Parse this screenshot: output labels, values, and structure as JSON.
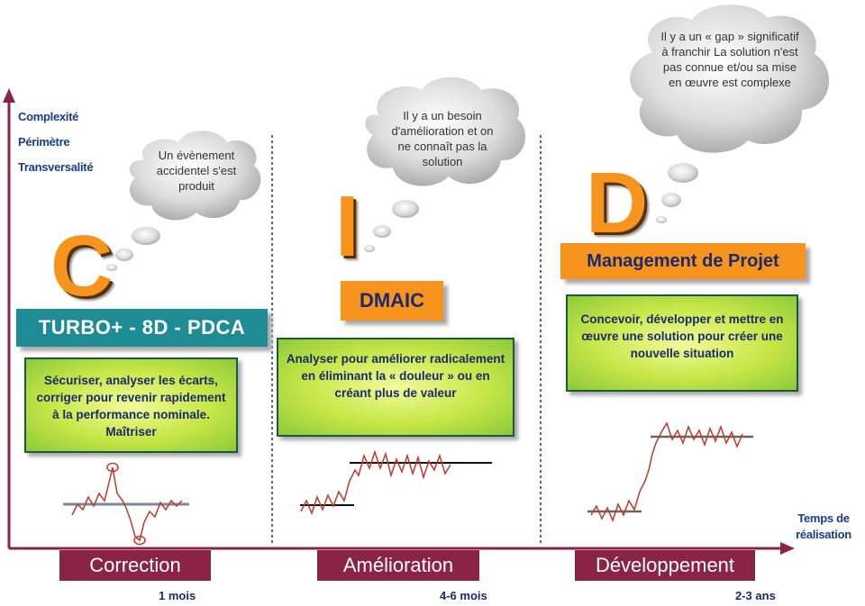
{
  "axes": {
    "y_labels": [
      "Complexité",
      "Périmètre",
      "Transversalité"
    ],
    "x_label_line1": "Temps de",
    "x_label_line2": "réalisation"
  },
  "clouds": {
    "c": "Un évènement accidentel s'est produit",
    "i": "Il y a un besoin d'amélioration et on ne connaît pas la solution",
    "d": "Il y a un « gap » significatif à franchir La solution n'est pas connue et/ou sa mise en œuvre est complexe"
  },
  "letters": {
    "c": "C",
    "i": "I",
    "d": "D"
  },
  "headers": {
    "c": "TURBO+ - 8D - PDCA",
    "i": "DMAIC",
    "d": "Management de Projet"
  },
  "descriptions": {
    "c": "Sécuriser, analyser les écarts, corriger pour revenir rapidement à la performance nominale. Maîtriser",
    "i": "Analyser pour améliorer radicalement en éliminant la « douleur » ou en créant plus de valeur",
    "d": "Concevoir, développer et mettre en œuvre une solution pour créer une nouvelle situation"
  },
  "phases": {
    "c": "Correction",
    "i": "Amélioration",
    "d": "Développement"
  },
  "durations": {
    "c": "1 mois",
    "i": "4-6 mois",
    "d": "2-3 ans"
  },
  "colors": {
    "axis": "#8b2347",
    "teal": "#1e8c94",
    "orange": "#f7941d",
    "phase": "#8b2347",
    "green_box": "#c6e646",
    "text_blue": "#1a2a6c"
  }
}
